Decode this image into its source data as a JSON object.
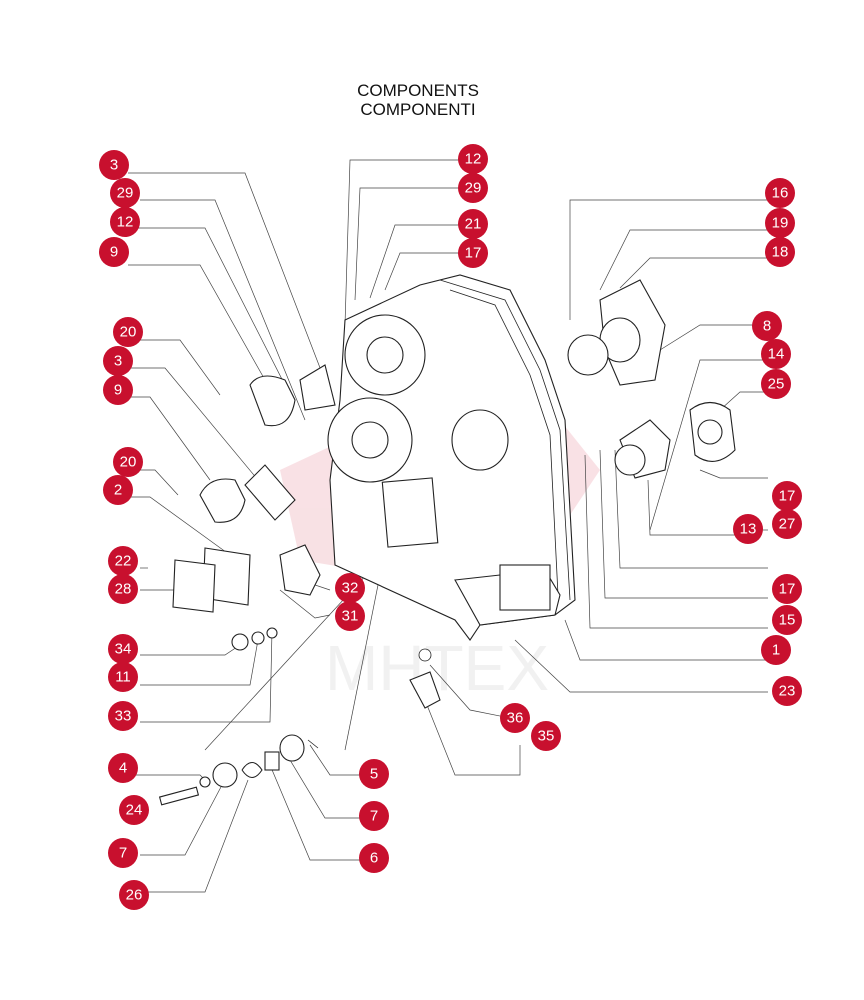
{
  "title": {
    "line1": "COMPONENTS",
    "line2": "COMPONENTI"
  },
  "watermark": "MHTEX",
  "colors": {
    "callout": "#c8102e",
    "callout_text": "#ffffff",
    "line": "#444444"
  },
  "callouts": [
    "3",
    "29",
    "12",
    "9",
    "20",
    "3",
    "9",
    "20",
    "2",
    "22",
    "28",
    "34",
    "11",
    "33",
    "4",
    "24",
    "7",
    "26",
    "12",
    "29",
    "21",
    "17",
    "16",
    "19",
    "18",
    "8",
    "14",
    "25",
    "17",
    "27",
    "13",
    "17",
    "15",
    "1",
    "23",
    "32",
    "31",
    "36",
    "35",
    "5",
    "7",
    "6"
  ]
}
